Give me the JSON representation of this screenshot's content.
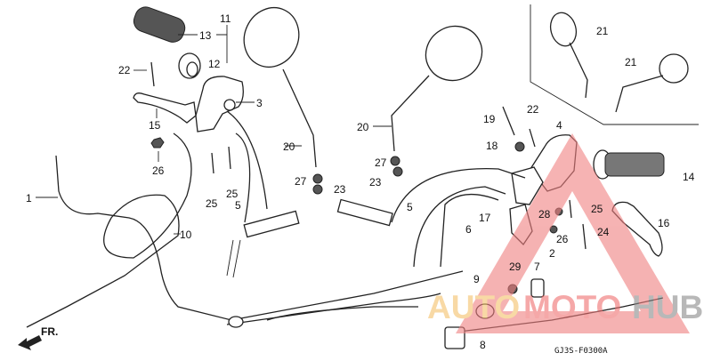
{
  "diagram": {
    "part_labels": {
      "p13": "13",
      "p11": "11",
      "p12": "12",
      "p22a": "22",
      "p3": "3",
      "p15": "15",
      "p26a": "26",
      "p1": "1",
      "p10": "10",
      "p25a": "25",
      "p25b": "25",
      "p5a": "5",
      "p20a": "20",
      "p27a": "27",
      "p23a": "23",
      "p20b": "20",
      "p27b": "27",
      "p23b": "23",
      "p19": "19",
      "p22b": "22",
      "p4": "4",
      "p18": "18",
      "p14": "14",
      "p5b": "5",
      "p6": "6",
      "p17": "17",
      "p28": "28",
      "p25c": "25",
      "p26b": "26",
      "p24": "24",
      "p2": "2",
      "p16": "16",
      "p29": "29",
      "p7": "7",
      "p9": "9",
      "p8": "8",
      "p21a": "21",
      "p21b": "21"
    },
    "front_arrow": "FR.",
    "drawing_code": "GJ3S-F0300A"
  },
  "watermark": {
    "part1": "AUTO",
    "part2": "MOTO",
    "part3": "HUB",
    "colors": {
      "auto": "#f5c16a",
      "moto": "#f07070",
      "hub": "#8a8a8a",
      "triangle": "#f08080"
    }
  }
}
